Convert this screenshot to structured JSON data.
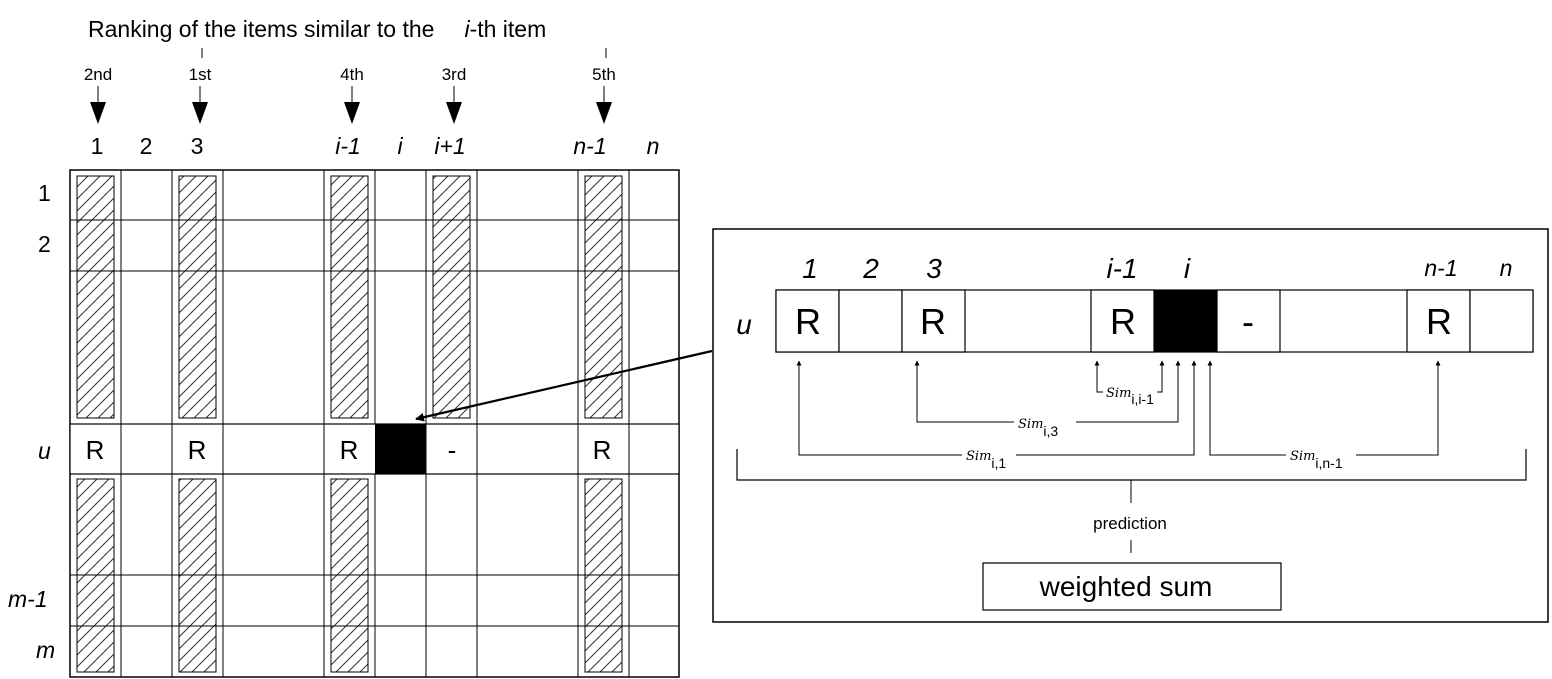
{
  "title": {
    "prefix": "Ranking of the items similar to the",
    "var": "i",
    "suffix": "-th item"
  },
  "ranks": [
    "2nd",
    "1st",
    "4th",
    "3rd",
    "5th"
  ],
  "col_labels": [
    "1",
    "2",
    "3",
    "i-1",
    "i",
    "i+1",
    "n-1",
    "n"
  ],
  "row_labels": [
    "1",
    "2",
    "u",
    "m-1",
    "m"
  ],
  "matrix_cells": {
    "rated": "R",
    "unrated": "-"
  },
  "inset": {
    "col_labels": [
      "1",
      "2",
      "3",
      "i-1",
      "i",
      "n-1",
      "n"
    ],
    "row_label": "u",
    "cell_rated": "R",
    "cell_unrated": "-",
    "sims": [
      {
        "base": "Sim",
        "sub": "i,i-1"
      },
      {
        "base": "Sim",
        "sub": "i,3"
      },
      {
        "base": "Sim",
        "sub": "i,1"
      },
      {
        "base": "Sim",
        "sub": "i,n-1"
      }
    ],
    "prediction_label": "prediction",
    "weighted_sum_label": "weighted sum"
  }
}
